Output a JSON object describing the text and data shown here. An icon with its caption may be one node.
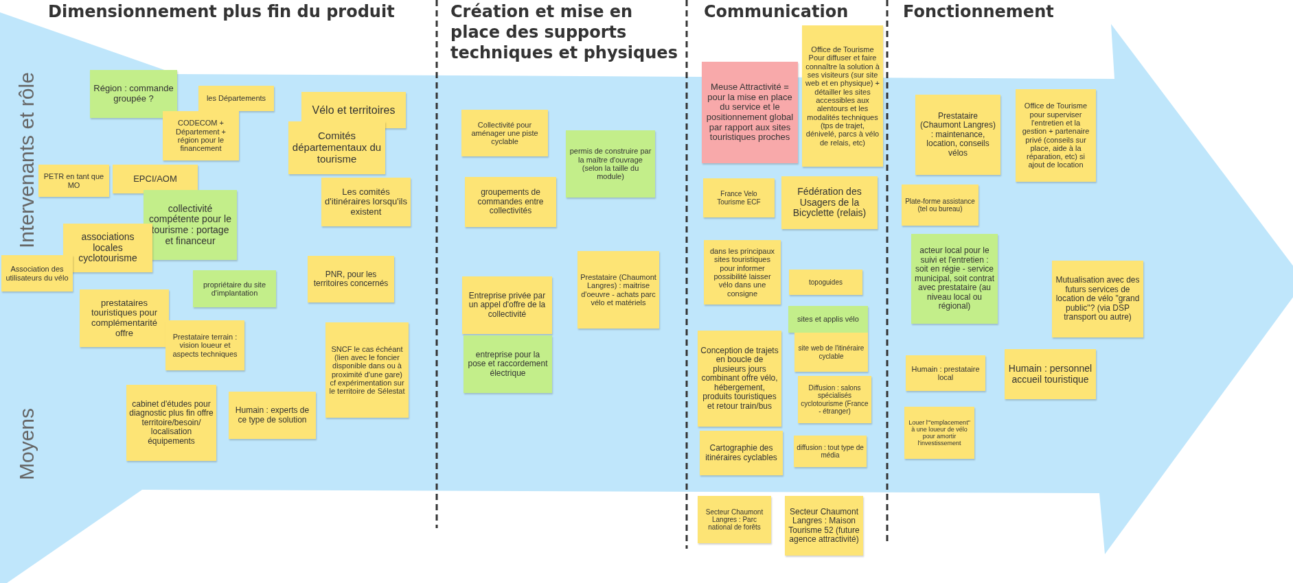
{
  "diagram": {
    "nodes": [
      {
        "text": [
          "Région : commande groupée ?"
        ]
      },
      {
        "text": [
          "les Départements"
        ]
      },
      {
        "text": [
          "CODECOM + Département + région pour le financement"
        ]
      },
      {
        "text": [
          "Vélo et territoires"
        ]
      },
      {
        "text": [
          "Comités départementaux du tourisme"
        ]
      },
      {
        "text": [
          "PETR en tant que MO"
        ]
      },
      {
        "text": [
          "EPCI/AOM"
        ]
      },
      {
        "text": [
          "collectivité compétente pour le tourisme : portage et financeur"
        ]
      },
      {
        "text": [
          "Les comités d'itinéraires lorsqu'ils existent"
        ]
      },
      {
        "text": [
          "associations locales cyclotourisme"
        ]
      },
      {
        "text": [
          "Association des utilisateurs du vélo"
        ]
      },
      {
        "text": [
          "propriétaire du site d'implantation"
        ]
      },
      {
        "text": [
          "PNR, pour les territoires concernés"
        ]
      },
      {
        "text": [
          "prestataires touristiques pour complémentarité offre"
        ]
      },
      {
        "text": [
          "Prestataire terrain : vision loueur et aspects techniques"
        ]
      },
      {
        "text": [
          "SNCF le cas échéant (lien avec le foncier disponible dans ou à proximité d'une gare) cf expérimentation sur le territoire de Sélestat"
        ]
      },
      {
        "text": [
          "cabinet d'études pour diagnostic plus fin offre territoire/besoin/ localisation équipements"
        ]
      },
      {
        "text": [
          "Humain : experts de ce type de solution"
        ]
      },
      {
        "text": [
          "Collectivité pour aménager une piste cyclable"
        ]
      },
      {
        "text": [
          "permis de construire par la maître d'ouvrage (selon la taille du module)"
        ]
      },
      {
        "text": [
          "groupements de commandes entre collectivités"
        ]
      },
      {
        "text": [
          "Entreprise privée par un appel d'offre de la collectivité"
        ]
      },
      {
        "text": [
          "Prestataire (Chaumont Langres) : maitrise d'oeuvre - achats parc vélo et matériels"
        ]
      },
      {
        "text": [
          "entreprise pour la pose et raccordement électrique"
        ]
      },
      {
        "text": [
          "Meuse Attractivité = pour la mise en place du service et le positionnement global par rapport aux sites touristiques proches"
        ]
      },
      {
        "text": [
          "Office de Tourisme Pour diffuser et faire connaître la solution à ses visiteurs (sur site web et en physique) + détailler les sites accessibles aux alentours et les modalités techniques (tps de trajet, dénivelé, parcs à vélo de relais, etc)"
        ]
      },
      {
        "text": [
          "France Velo Tourisme ECF"
        ]
      },
      {
        "text": [
          "Fédération des Usagers de la Bicyclette (relais)"
        ]
      },
      {
        "text": [
          "dans les principaux sites touristiques pour informer possibilité laisser vélo dans une consigne"
        ]
      },
      {
        "text": [
          "topoguides"
        ]
      },
      {
        "text": [
          "sites et applis vélo"
        ]
      },
      {
        "text": [
          "Conception de trajets en boucle de plusieurs jours combinant offre vélo, hébergement, produits touristiques et retour train/bus"
        ]
      },
      {
        "text": [
          "site web de l'itinéraire cyclable"
        ]
      },
      {
        "text": [
          "Diffusion : salons spécialisés cyclotourisme (France - étranger)"
        ]
      },
      {
        "text": [
          "Cartographie des itinéraires cyclables"
        ]
      },
      {
        "text": [
          "diffusion : tout type de média"
        ]
      },
      {
        "text": [
          "Secteur Chaumont Langres : Parc national de forêts"
        ]
      },
      {
        "text": [
          "Secteur Chaumont Langres : Maison Tourisme 52 (future agence attractivité)"
        ]
      },
      {
        "text": [
          "Prestataire (Chaumont Langres) : maintenance, location, conseils vélos"
        ]
      },
      {
        "text": [
          "Office de Tourisme pour superviser l'entretien et la gestion + partenaire privé (conseils sur place, aide à la réparation, etc) si ajout de location"
        ]
      },
      {
        "text": [
          "Plate-forme assistance (tel ou bureau)"
        ]
      },
      {
        "text": [
          "acteur local pour le suivi et l'entretien : soit en régie - service municipal, soit contrat avec prestataire (au niveau local ou régional)"
        ]
      },
      {
        "text": [
          "Mutualisation avec des futurs services de location de vélo \"grand public\"? (via DSP transport ou autre)"
        ]
      },
      {
        "text": [
          "Humain : prestataire local"
        ]
      },
      {
        "text": [
          "Humain : personnel accueil touristique"
        ]
      },
      {
        "text": [
          "Louer l'\"emplacement\" à une loueur de vélo pour amortir l'investissement"
        ]
      }
    ],
    "labels": [
      "Dimensionnement plus fin du produit",
      "Création et mise en place des supports techniques et physiques",
      "Communication",
      "Fonctionnement",
      "Intervenants et rôle",
      "Moyens"
    ]
  }
}
